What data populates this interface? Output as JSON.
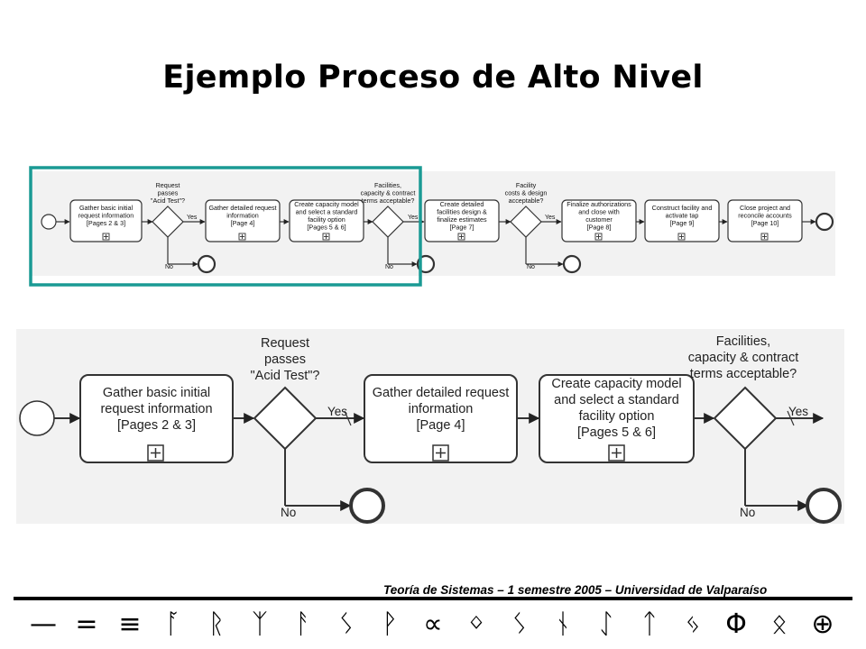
{
  "title": "Ejemplo Proceso de Alto Nivel",
  "footer": "Teoría de Sistemas – 1 semestre 2005 – Universidad de Valparaíso",
  "overview": {
    "tasks": [
      {
        "id": "t1",
        "lines": [
          "Gather basic initial",
          "request information",
          "[Pages 2 & 3]"
        ]
      },
      {
        "id": "t2",
        "lines": [
          "Gather detailed request",
          "information",
          "[Page 4]"
        ]
      },
      {
        "id": "t3",
        "lines": [
          "Create capacity model",
          "and select a standard",
          "facility option",
          "[Pages 5 & 6]"
        ]
      },
      {
        "id": "t4",
        "lines": [
          "Create detailed",
          "facilities design &",
          "finalize estimates",
          "[Page 7]"
        ]
      },
      {
        "id": "t5",
        "lines": [
          "Finalize authorizations",
          "and close with",
          "customer",
          "[Page 8]"
        ]
      },
      {
        "id": "t6",
        "lines": [
          "Construct facility and",
          "activate tap",
          "[Page 9]"
        ]
      },
      {
        "id": "t7",
        "lines": [
          "Close project and",
          "reconcile accounts",
          "[Page 10]"
        ]
      }
    ],
    "gateways": [
      {
        "id": "g1",
        "lines": [
          "Request",
          "passes",
          "\"Acid Test\"?"
        ]
      },
      {
        "id": "g2",
        "lines": [
          "Facilities,",
          "capacity & contract",
          "terms acceptable?"
        ]
      },
      {
        "id": "g3",
        "lines": [
          "Facility",
          "costs & design",
          "acceptable?"
        ]
      }
    ],
    "yes_label": "Yes",
    "no_label": "No"
  },
  "detail": {
    "tasks": [
      {
        "id": "d1",
        "lines": [
          "Gather basic initial",
          "request information",
          "[Pages 2 & 3]"
        ]
      },
      {
        "id": "d2",
        "lines": [
          "Gather detailed request",
          "information",
          "[Page 4]"
        ]
      },
      {
        "id": "d3",
        "lines": [
          "Create capacity model",
          "and select a standard",
          "facility option",
          "[Pages 5 & 6]"
        ]
      }
    ],
    "gateways": [
      {
        "id": "dg1",
        "lines": [
          "Request",
          "passes",
          "\"Acid Test\"?"
        ]
      },
      {
        "id": "dg2",
        "lines": [
          "Facilities,",
          "capacity & contract",
          "terms acceptable?"
        ]
      }
    ],
    "yes_label": "Yes",
    "no_label": "No"
  },
  "colors": {
    "highlight": "#1a9a94",
    "diagram_bg": "#f2f2f2",
    "stroke": "#333333"
  },
  "glyph_row": [
    "—",
    "=",
    "≡",
    "ᚪ",
    "ᚱ",
    "ᛉ",
    "ᚨ",
    "ᛊ",
    "ᚹ",
    "∝",
    "ᛜ",
    "ᛊ",
    "ᚾ",
    "ᛇ",
    "ᛏ",
    "ᛃ",
    "Φ",
    "ᛟ",
    "⊕"
  ]
}
